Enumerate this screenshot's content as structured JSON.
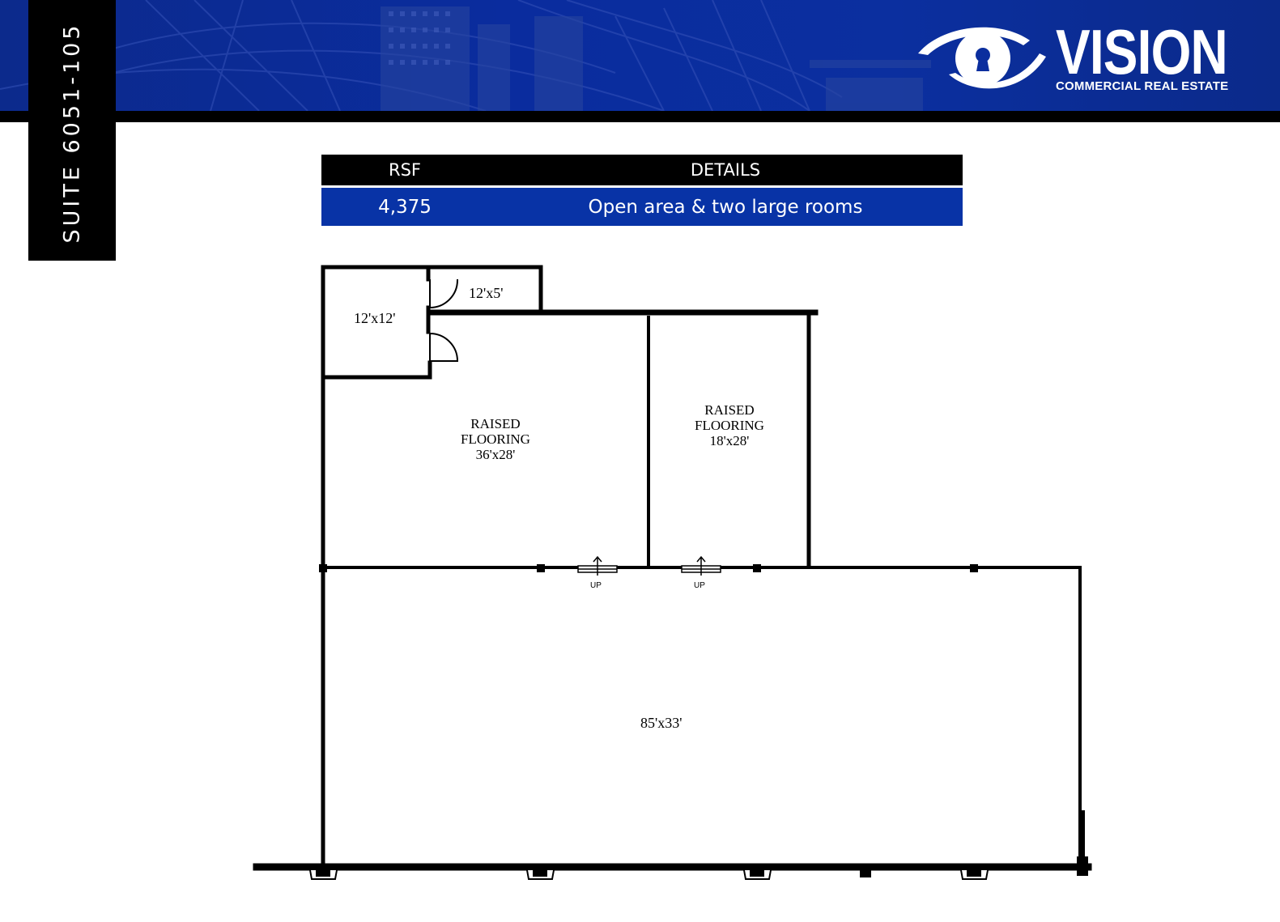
{
  "suite_tab": {
    "label": "SUITE 6051-105"
  },
  "logo": {
    "name": "VISION",
    "tagline": "COMMERCIAL REAL ESTATE",
    "icon": "eye-keyhole-icon"
  },
  "colors": {
    "banner_blue": "#0b2e9e",
    "table_blue": "#0833a6",
    "black": "#000000",
    "white": "#ffffff"
  },
  "details_table": {
    "headers": {
      "rsf": "RSF",
      "details": "DETAILS"
    },
    "row": {
      "rsf": "4,375",
      "details": "Open area & two large rooms"
    }
  },
  "floorplan": {
    "rooms": {
      "small_office": "12'x12'",
      "closet": "12'x5'",
      "raised_left": {
        "line1": "RAISED",
        "line2": "FLOORING",
        "line3": "36'x28'"
      },
      "raised_right": {
        "line1": "RAISED",
        "line2": "FLOORING",
        "line3": "18'x28'"
      },
      "open_area": "85'x33'"
    },
    "stairs": [
      {
        "label": "UP"
      },
      {
        "label": "UP"
      }
    ]
  }
}
